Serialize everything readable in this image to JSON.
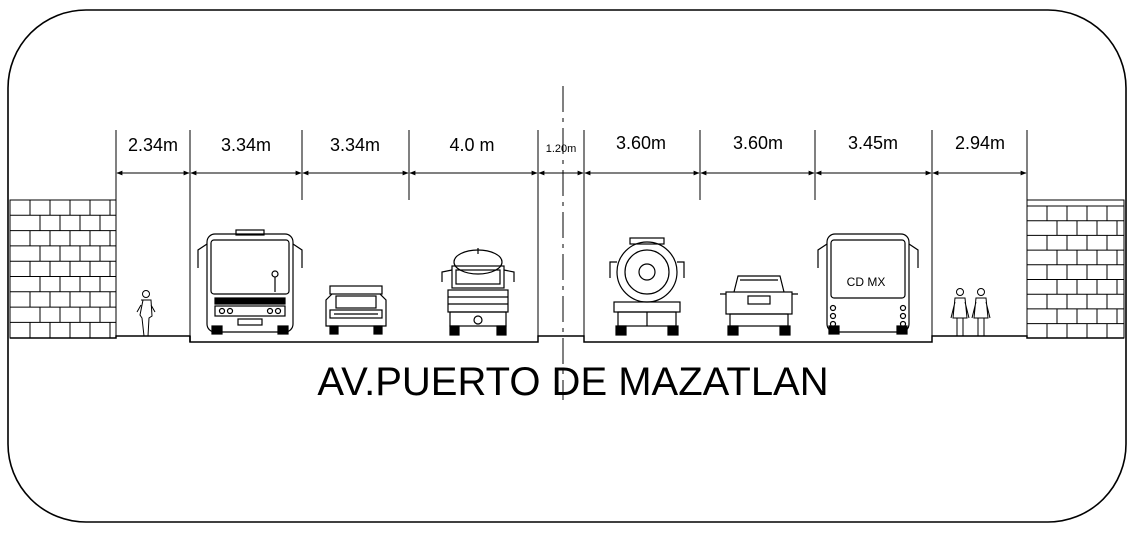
{
  "street": {
    "name": "AV.PUERTO DE MAZATLAN"
  },
  "dimensions": [
    {
      "label": "2.34m"
    },
    {
      "label": "3.34m"
    },
    {
      "label": "3.34m"
    },
    {
      "label": "4.0 m"
    },
    {
      "label": "1.20m"
    },
    {
      "label": "3.60m"
    },
    {
      "label": "3.60m"
    },
    {
      "label": "3.45m"
    },
    {
      "label": "2.94m"
    }
  ],
  "bus_sign": "CD MX",
  "colors": {
    "line": "#000000",
    "background": "#ffffff"
  }
}
